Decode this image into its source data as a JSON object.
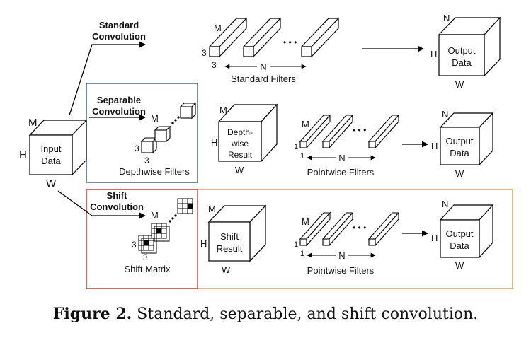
{
  "input_cube": {
    "label_line1": "Input",
    "label_line2": "Data",
    "dim_m": "M",
    "dim_h": "H",
    "dim_w": "W"
  },
  "standard": {
    "title_line1": "Standard",
    "title_line2": "Convolution",
    "filter_dim_m": "M",
    "filter_dim_3a": "3",
    "filter_dim_3b": "3",
    "ellipsis": "• • •",
    "n_label": "N",
    "filters_label": "Standard Filters",
    "output": {
      "label_line1": "Output",
      "label_line2": "Data",
      "dim_n": "N",
      "dim_h": "H",
      "dim_w": "W"
    }
  },
  "separable": {
    "title_line1": "Separable",
    "title_line2": "Convolution",
    "filter_dim_m": "M",
    "filter_dim_3a": "3",
    "filter_dim_3b": "3",
    "filters_label": "Depthwise Filters",
    "result": {
      "label_line1": "Depth-",
      "label_line2": "wise",
      "label_line3": "Result",
      "dim_m": "M",
      "dim_h": "H",
      "dim_w": "W"
    },
    "pw_dim_m": "M",
    "pw_dim_1a": "1",
    "pw_dim_1b": "1",
    "ellipsis": "• • •",
    "n_label": "N",
    "pw_label": "Pointwise Filters",
    "output": {
      "label_line1": "Output",
      "label_line2": "Data",
      "dim_n": "N",
      "dim_h": "H",
      "dim_w": "W"
    },
    "border_color": "#2f4a7a"
  },
  "shift": {
    "title_line1": "Shift",
    "title_line2": "Convolution",
    "filter_dim_m": "M",
    "filter_dim_3a": "3",
    "filter_dim_3b": "3",
    "matrix_label": "Shift Matrix",
    "result": {
      "label_line1": "Shift",
      "label_line2": "Result",
      "dim_m": "M",
      "dim_h": "H",
      "dim_w": "W"
    },
    "pw_dim_m": "M",
    "pw_dim_1a": "1",
    "pw_dim_1b": "1",
    "ellipsis": "• • •",
    "n_label": "N",
    "pw_label": "Pointwise Filters",
    "output": {
      "label_line1": "Output",
      "label_line2": "Data",
      "dim_n": "N",
      "dim_h": "H",
      "dim_w": "W"
    },
    "border_color": "#cc2a2a",
    "outer_border_color": "#e08a3a"
  },
  "caption": {
    "bold": "Figure 2.",
    "text": " Standard, separable, and shift convolution."
  }
}
